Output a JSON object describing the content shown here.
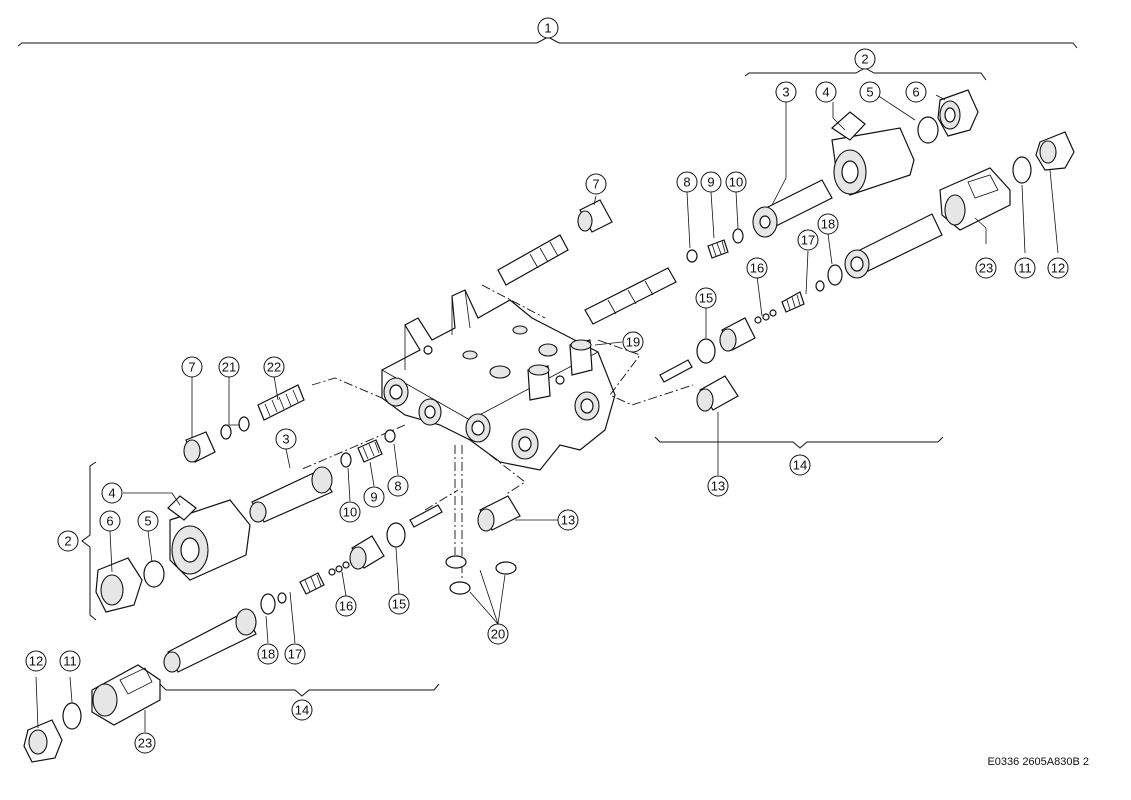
{
  "callouts": [
    "1",
    "2",
    "3",
    "4",
    "5",
    "6",
    "7",
    "8",
    "9",
    "10",
    "11",
    "12",
    "13",
    "14",
    "15",
    "16",
    "17",
    "18",
    "19",
    "20",
    "21",
    "22",
    "23"
  ],
  "document_code": "E0336 2605A830B 2"
}
